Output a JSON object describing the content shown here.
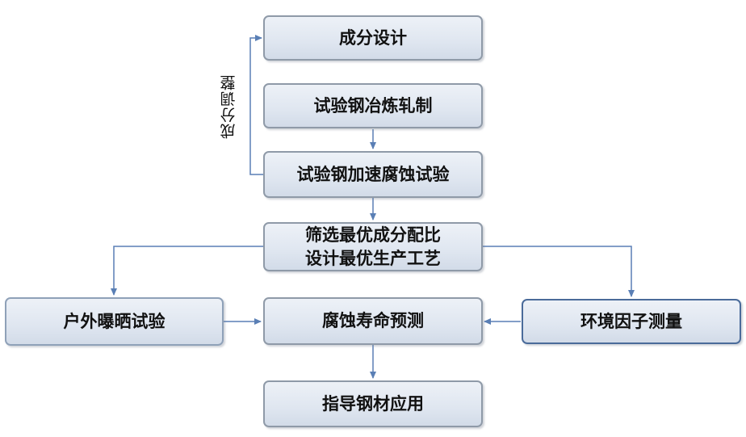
{
  "diagram": {
    "nodes": {
      "composition_design": "成分设计",
      "smelting_rolling": "试验钢冶炼轧制",
      "accelerated_corrosion": "试验钢加速腐蚀试验",
      "screening_line1": "筛选最优成分配比",
      "screening_line2": "设计最优生产工艺",
      "outdoor_exposure": "户外曝晒试验",
      "life_prediction": "腐蚀寿命预测",
      "environment_factor": "环境因子测量",
      "guide_application": "指导钢材应用"
    },
    "feedback_label": "成分调整",
    "colors": {
      "arrow": "#5a7fb5",
      "node_border": "#8f9aa8",
      "node_fill_top": "#edf1f7",
      "node_fill_bottom": "#d2dbe8"
    }
  }
}
